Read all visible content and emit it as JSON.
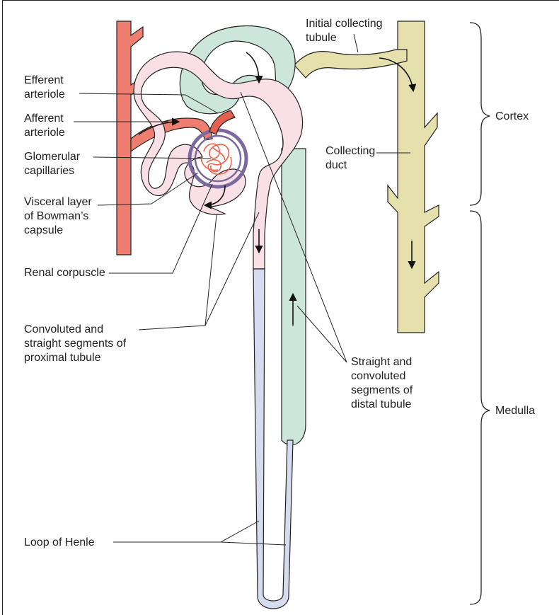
{
  "colors": {
    "artery": "#ee7f70",
    "arteryDark": "#e35f50",
    "proximal": "#f9dfe6",
    "distal": "#cce6dc",
    "collecting": "#e6e0ac",
    "henle": "#d6dcee",
    "capsule": "#7c6a9e",
    "capillary": "#f0604a"
  },
  "labels": {
    "efferent_arteriole": [
      "Efferent",
      "arteriole"
    ],
    "afferent_arteriole": [
      "Afferent",
      "arteriole"
    ],
    "glomerular_capillaries": [
      "Glomerular",
      "capillaries"
    ],
    "visceral_layer": [
      "Visceral layer",
      "of Bowman’s",
      "capsule"
    ],
    "renal_corpuscle": [
      "Renal corpuscle"
    ],
    "proximal_tubule": [
      "Convoluted and",
      "straight segments of",
      "proximal tubule"
    ],
    "loop_of_henle": [
      "Loop of Henle"
    ],
    "initial_collecting_tubule": [
      "Initial collecting",
      "tubule"
    ],
    "collecting_duct": [
      "Collecting",
      "duct"
    ],
    "distal_tubule": [
      "Straight and",
      "convoluted",
      "segments of",
      "distal tubule"
    ],
    "cortex": [
      "Cortex"
    ],
    "medulla": [
      "Medulla"
    ]
  }
}
